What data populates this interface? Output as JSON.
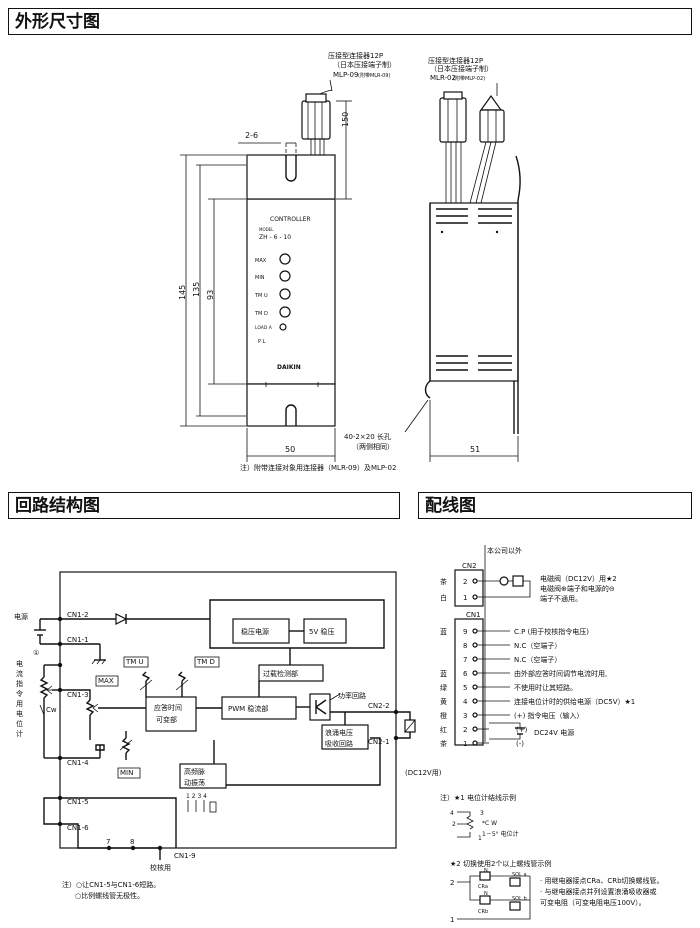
{
  "sections": {
    "outline": "外形尺寸图",
    "circuit": "回路结构图",
    "wiring": "配线图"
  },
  "outline": {
    "conn1": {
      "line1": "压接型连接器12P",
      "line2": "（日本压接端子制）",
      "line3": "MLP-09",
      "line3_note": "(附带MLR-09)"
    },
    "conn2": {
      "line1": "压接型连接器12P",
      "line2": "（日本压接端子制）",
      "line3": "MLR-02",
      "line3_note": "(附带MLP-02)"
    },
    "panel": {
      "title": "CONTROLLER",
      "model_label": "MODEL",
      "model": "ZH - 6 - 10",
      "knobs": [
        "MAX",
        "MIN",
        "TM U",
        "TM D"
      ],
      "leds": [
        "LOAD A",
        "P  L"
      ],
      "brand": "DAIKIN"
    },
    "dims": {
      "d150": "150",
      "d145": "145",
      "d135": "135",
      "d93": "93",
      "d50": "50",
      "d51": "51",
      "d26": "2-6"
    },
    "hole_note": "40-2×20 长孔",
    "hole_note2": "（两侧相同）",
    "footnote": "注）附带连接对象用连接器（MLR-09）及MLP-02"
  },
  "circuit": {
    "labels": {
      "power": "电源",
      "vert": [
        "电",
        "流",
        "指",
        "令",
        "用",
        "电",
        "位",
        "计"
      ],
      "circle1": "①",
      "cw": "Cw",
      "cn12": "CN1-2",
      "cn11": "CN1-1",
      "cn13": "CN1-3",
      "cn14": "CN1-4",
      "cn15": "CN1-5",
      "cn16": "CN1-6",
      "cn19": "CN1-9",
      "cn22": "CN2-2",
      "cn21": "CN2-1",
      "max": "MAX",
      "min": "MIN",
      "tmu": "TM U",
      "tmd": "TM D",
      "stab": "稳压电源",
      "v5": "5V 稳压",
      "overload": "过载检测部",
      "resp1": "应答时间",
      "resp2": "可变部",
      "pwm": "PWM 稳流部",
      "power_circuit": "功率回路",
      "surge1": "浪涌电压",
      "surge2": "吸收回路",
      "dither1": "高频脉",
      "dither2": "动振荡",
      "dither_pins": "1 2 3 4",
      "n7": "7",
      "n8": "8",
      "calib": "校核用",
      "dc12": "(DC12V用)"
    },
    "notes": [
      "注）○让CN1-5与CN1-6短路。",
      "○比例螺线管无极性。"
    ]
  },
  "wiring": {
    "outside": "本公司以外",
    "cn2": "CN2",
    "cn1": "CN1",
    "cn2_rows": [
      {
        "color": "茶",
        "pin": "2"
      },
      {
        "color": "白",
        "pin": "1"
      }
    ],
    "cn2_desc": [
      "电磁阀（DC12V）用★2",
      "电磁阀⊕端子和电源的⊖",
      "端子不通用。"
    ],
    "cn1_rows": [
      {
        "color": "蓝",
        "pin": "9",
        "desc": "C.P (用于校核指令电压)"
      },
      {
        "color": "",
        "pin": "8",
        "desc": "N.C（空端子）"
      },
      {
        "color": "",
        "pin": "7",
        "desc": "N.C（空端子）"
      },
      {
        "color": "蓝",
        "pin": "6",
        "desc": "由外部应答时间调节电流时用,"
      },
      {
        "color": "绿",
        "pin": "5",
        "desc": "不使用时让其短路。"
      },
      {
        "color": "黄",
        "pin": "4",
        "desc": "连接电位计时的供给电源（DC5V）★1"
      },
      {
        "color": "橙",
        "pin": "3",
        "desc": "(+) 指令电压（输入）"
      },
      {
        "color": "红",
        "pin": "2",
        "desc": "(+)"
      },
      {
        "color": "茶",
        "pin": "1",
        "desc": "(-)"
      }
    ],
    "dc24": "DC24V 电源",
    "note1_title": "注）★1 电位计结线示例",
    "pot_pins": [
      "4",
      "3",
      "2",
      "1"
    ],
    "pot_cw": "*C W",
    "pot_label": "1－5° 电位计",
    "note2_title": "★2 切换使用2个以上螺线管示例",
    "sw_labels": {
      "n": "N",
      "cra": "CRa",
      "crb": "CRb",
      "sola": "SOL a",
      "solb": "SOL b",
      "p2": "2",
      "p1": "1"
    },
    "sw_desc": [
      "· 用继电器接点CRa、CRb切换螺线管。",
      "· 与继电器接点并列设置浪涌吸收器或",
      "  可变电阻（可变电阻电压100V）。"
    ]
  }
}
